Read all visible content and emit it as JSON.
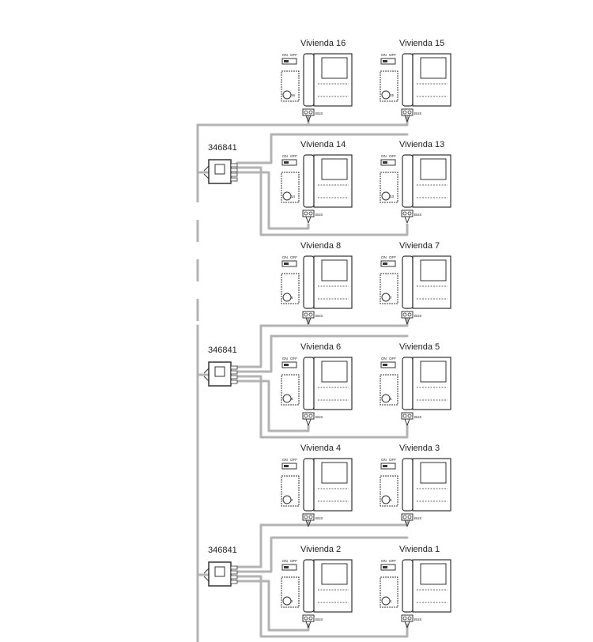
{
  "distributors": [
    {
      "label": "346841"
    },
    {
      "label": "346841"
    },
    {
      "label": "346841"
    }
  ],
  "units": [
    {
      "name": "Vivienda 16",
      "number": "16"
    },
    {
      "name": "Vivienda 15",
      "number": "15"
    },
    {
      "name": "Vivienda 14",
      "number": "14"
    },
    {
      "name": "Vivienda 13",
      "number": "13"
    },
    {
      "name": "Vivienda 8",
      "number": "8"
    },
    {
      "name": "Vivienda 7",
      "number": "7"
    },
    {
      "name": "Vivienda 6",
      "number": "6"
    },
    {
      "name": "Vivienda 5",
      "number": "5"
    },
    {
      "name": "Vivienda 4",
      "number": "4"
    },
    {
      "name": "Vivienda 3",
      "number": "3"
    },
    {
      "name": "Vivienda 2",
      "number": "2"
    },
    {
      "name": "Vivienda 1",
      "number": "1"
    }
  ],
  "terminal_label": "BUS",
  "switch_labels": {
    "on": "ON",
    "off": "OFF"
  },
  "colors": {
    "wire": "#b3b3b3",
    "line": "#333333"
  }
}
